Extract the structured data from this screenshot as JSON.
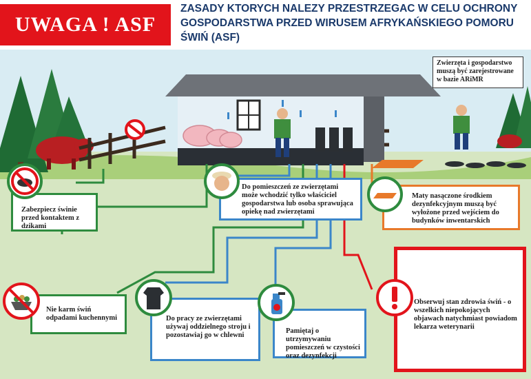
{
  "header": {
    "badge": "UWAGA ! ASF",
    "title": "ZASADY KTORYCH NALEZY PRZESTRZEGAC W CELU OCHRONY GOSPODARSTWA PRZED WIRUSEM AFRYKAŃSKIEGO POMORU ŚWIŃ (ASF)"
  },
  "notes": {
    "registration": "Zwierzęta i gospodarstwo muszą być zarejestrowane w bazie ARiMR"
  },
  "rules": {
    "wild_boar": "Zabezpiecz świnie przed kontaktem z dzikami",
    "access": "Do pomieszczeń ze zwierzętami może wchodzić tylko właściciel gospodarstwa lub osoba sprawująca opiekę nad zwierzętami",
    "mats": "Maty nasączone środkiem dezynfekcyjnym muszą być wyłożone przed wejściem do budynków inwentarskich",
    "feeding": "Nie karm świń odpadami kuchennymi",
    "clothing": "Do pracy ze zwierzętami używaj oddzielnego stroju i pozostawiaj go w chlewni",
    "cleaning": "Pamiętaj o utrzymywaniu pomieszczeń w czystości oraz dezynfekcji",
    "observe": "Obserwuj stan zdrowia świń - o wszelkich niepokojących objawach natychmiast powiadom lekarza weterynarii"
  },
  "colors": {
    "red": "#e2141b",
    "green": "#2e8b3e",
    "blue": "#3b86c9",
    "orange": "#e8792a",
    "title": "#1b3a6b"
  }
}
